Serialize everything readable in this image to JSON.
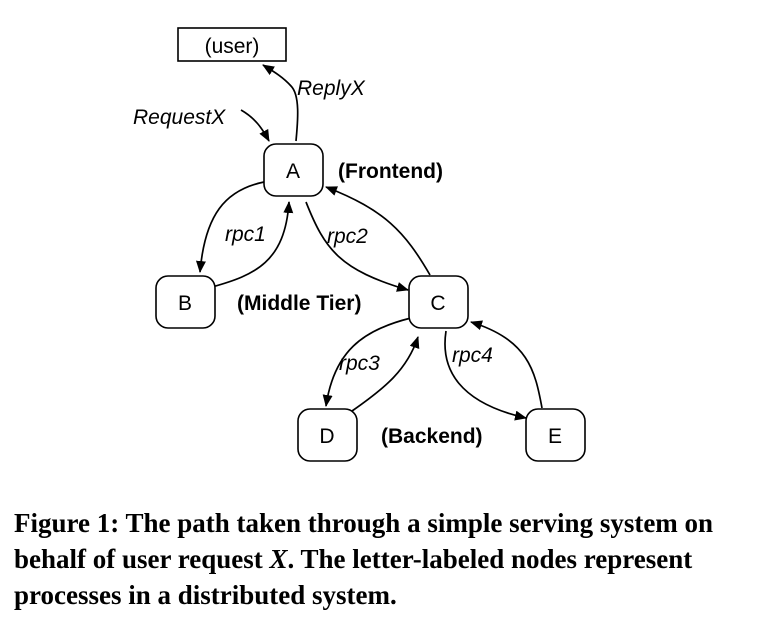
{
  "diagram": {
    "nodes": {
      "user": "(user)",
      "a": "A",
      "b": "B",
      "c": "C",
      "d": "D",
      "e": "E"
    },
    "tiers": {
      "frontend": "(Frontend)",
      "middle": "(Middle Tier)",
      "backend": "(Backend)"
    },
    "edges": {
      "request": "RequestX",
      "reply": "ReplyX",
      "rpc1": "rpc1",
      "rpc2": "rpc2",
      "rpc3": "rpc3",
      "rpc4": "rpc4"
    }
  },
  "caption": {
    "part1": "Figure 1:  The path taken through a simple serving system on behalf of user request ",
    "var": "X",
    "part2": ". The letter-labeled nodes represent processes in a distributed system."
  }
}
